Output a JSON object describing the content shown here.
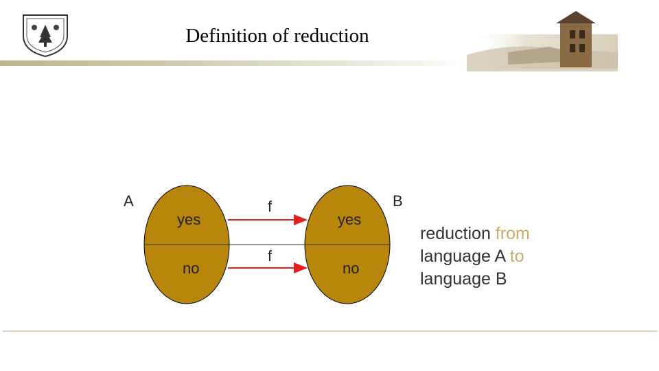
{
  "slide": {
    "title": "Definition of reduction"
  },
  "diagram": {
    "set_a_label": "A",
    "set_b_label": "B",
    "set_a_yes": "yes",
    "set_a_no": "no",
    "set_b_yes": "yes",
    "set_b_no": "no",
    "arrow_top_label": "f",
    "arrow_bottom_label": "f",
    "ellipse_fill": "#b8860b",
    "arrow_color": "#e02020"
  },
  "caption": {
    "part1": "reduction ",
    "part2": "from",
    "part3": "language A ",
    "part4": "to",
    "part5": "language B"
  }
}
